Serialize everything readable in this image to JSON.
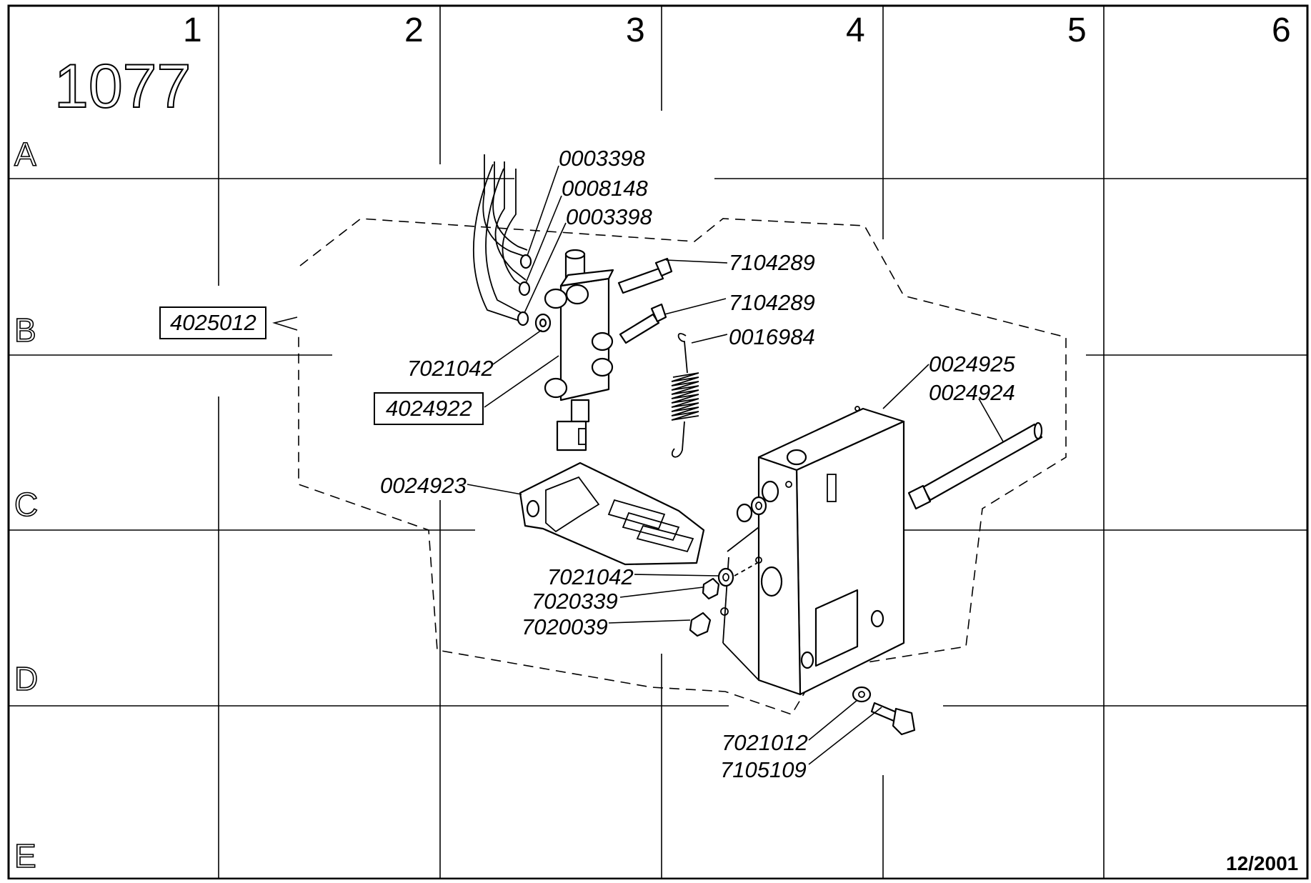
{
  "sheet": {
    "number": "1077",
    "date": "12/2001"
  },
  "grid": {
    "columns": [
      "1",
      "2",
      "3",
      "4",
      "5",
      "6"
    ],
    "rows": [
      "A",
      "B",
      "C",
      "D",
      "E"
    ]
  },
  "assembly_ref": "4025012",
  "parts": {
    "hose_1": "0003398",
    "hose_2": "0008148",
    "hose_3": "0003398",
    "screw_upper": "7104289",
    "screw_lower": "7104289",
    "spring": "0016984",
    "washer_valve": "7021042",
    "valve_block": "4024922",
    "bracket_box_1": "0024925",
    "bracket_box_2": "0024924",
    "pedal": "0024923",
    "washer_pedal": "7021042",
    "nut_small": "7020339",
    "nut_large": "7020039",
    "washer_bottom": "7021012",
    "bolt_bottom": "7105109"
  }
}
